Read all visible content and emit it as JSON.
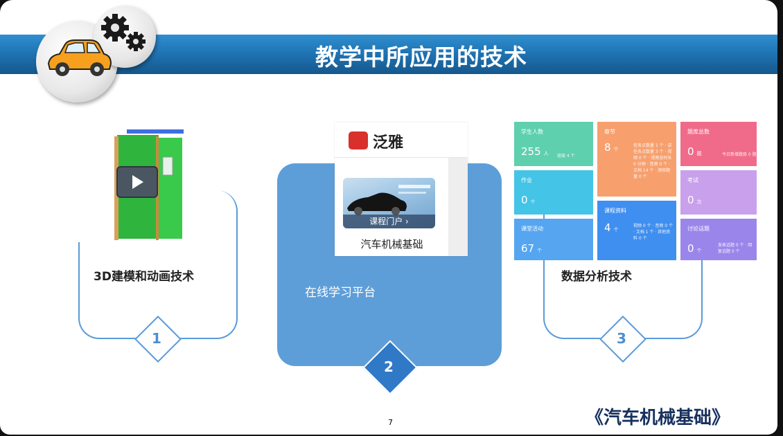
{
  "slide": {
    "title": "教学中所应用的技术",
    "page_number": "7",
    "footer": "《汽车机械基础》"
  },
  "items": [
    {
      "number": "1",
      "label": "3D建模和动画技术"
    },
    {
      "number": "2",
      "label": "在线学习平台"
    },
    {
      "number": "3",
      "label": "数据分析技术"
    }
  ],
  "platform": {
    "brand": "泛雅",
    "course_button": "课程门户 ›",
    "course_name": "汽车机械基础"
  },
  "dashboard": {
    "tiles": [
      {
        "title": "学生人数",
        "value": "255",
        "unit": "人",
        "extra": "班级 4 个",
        "color": "#5fd0ae"
      },
      {
        "title": "作业",
        "value": "0",
        "unit": "个",
        "color": "#44c4e6"
      },
      {
        "title": "课堂活动",
        "value": "67",
        "unit": "个",
        "color": "#56a5f0"
      },
      {
        "title": "章节",
        "value": "8",
        "unit": "个",
        "extra": "任务点数量 1 个 · 讲任务点数量 3 个 · 视频 0 个 · 视频总时长 0 分钟 · 音频 0 个 · 文档 14 个 · 测验题量 0 个",
        "color": "#f7a06e"
      },
      {
        "title": "课程资料",
        "value": "4",
        "unit": "个",
        "extra": "视频 0 个 · 音频 0 个 · 文档 1 个 · 其他资料 0 个",
        "color": "#3f8ff0"
      },
      {
        "title": "题库总数",
        "value": "0",
        "unit": "题",
        "extra": "今日新增题目 0 题",
        "color": "#f06b8a"
      },
      {
        "title": "考试",
        "value": "0",
        "unit": "次",
        "color": "#c9a0ec"
      },
      {
        "title": "讨论话题",
        "value": "0",
        "unit": "个",
        "extra": "发表话题 0 个 · 回复话题 0 个",
        "color": "#9a86ea"
      }
    ]
  },
  "colors": {
    "banner": "#1d6fae",
    "accent": "#5a9ad8",
    "card": "#5e9ed8",
    "footer": "#17315e"
  }
}
